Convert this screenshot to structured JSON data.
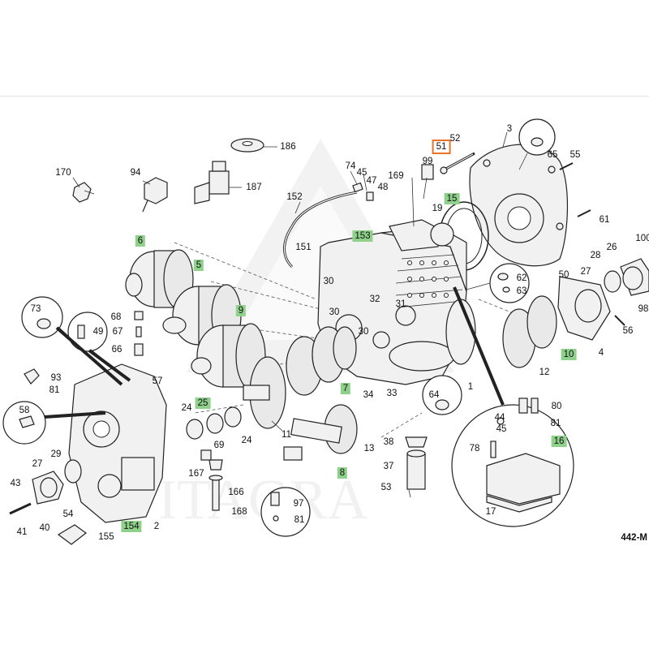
{
  "diagram": {
    "watermark": "ITAGRA",
    "drawing_number": "442-M",
    "colors": {
      "highlight": "#8fd18a",
      "selected_border": "#e8742a",
      "line": "#222222"
    },
    "labels": [
      {
        "text": "186"
      },
      {
        "text": "170"
      },
      {
        "text": "94"
      },
      {
        "text": "187"
      },
      {
        "text": "152"
      },
      {
        "text": "74"
      },
      {
        "text": "45"
      },
      {
        "text": "47"
      },
      {
        "text": "48"
      },
      {
        "text": "169"
      },
      {
        "text": "99"
      },
      {
        "text": "51"
      },
      {
        "text": "52"
      },
      {
        "text": "3"
      },
      {
        "text": "65"
      },
      {
        "text": "55"
      },
      {
        "text": "15"
      },
      {
        "text": "19"
      },
      {
        "text": "61"
      },
      {
        "text": "6"
      },
      {
        "text": "151"
      },
      {
        "text": "153"
      },
      {
        "text": "5"
      },
      {
        "text": "30"
      },
      {
        "text": "62"
      },
      {
        "text": "63"
      },
      {
        "text": "28"
      },
      {
        "text": "26"
      },
      {
        "text": "50"
      },
      {
        "text": "27"
      },
      {
        "text": "98"
      },
      {
        "text": "73"
      },
      {
        "text": "68"
      },
      {
        "text": "49"
      },
      {
        "text": "67"
      },
      {
        "text": "9"
      },
      {
        "text": "30"
      },
      {
        "text": "32"
      },
      {
        "text": "31"
      },
      {
        "text": "66"
      },
      {
        "text": "30"
      },
      {
        "text": "56"
      },
      {
        "text": "4"
      },
      {
        "text": "10"
      },
      {
        "text": "12"
      },
      {
        "text": "93"
      },
      {
        "text": "81"
      },
      {
        "text": "57"
      },
      {
        "text": "11"
      },
      {
        "text": "7"
      },
      {
        "text": "34"
      },
      {
        "text": "33"
      },
      {
        "text": "1"
      },
      {
        "text": "44"
      },
      {
        "text": "80"
      },
      {
        "text": "64"
      },
      {
        "text": "81"
      },
      {
        "text": "45"
      },
      {
        "text": "58"
      },
      {
        "text": "24"
      },
      {
        "text": "25"
      },
      {
        "text": "24"
      },
      {
        "text": "16"
      },
      {
        "text": "69"
      },
      {
        "text": "13"
      },
      {
        "text": "38"
      },
      {
        "text": "78"
      },
      {
        "text": "29"
      },
      {
        "text": "27"
      },
      {
        "text": "8"
      },
      {
        "text": "37"
      },
      {
        "text": "43"
      },
      {
        "text": "167"
      },
      {
        "text": "53"
      },
      {
        "text": "166"
      },
      {
        "text": "97"
      },
      {
        "text": "17"
      },
      {
        "text": "54"
      },
      {
        "text": "168"
      },
      {
        "text": "81"
      },
      {
        "text": "40"
      },
      {
        "text": "41"
      },
      {
        "text": "154"
      },
      {
        "text": "2"
      },
      {
        "text": "155"
      },
      {
        "text": "100"
      }
    ]
  }
}
